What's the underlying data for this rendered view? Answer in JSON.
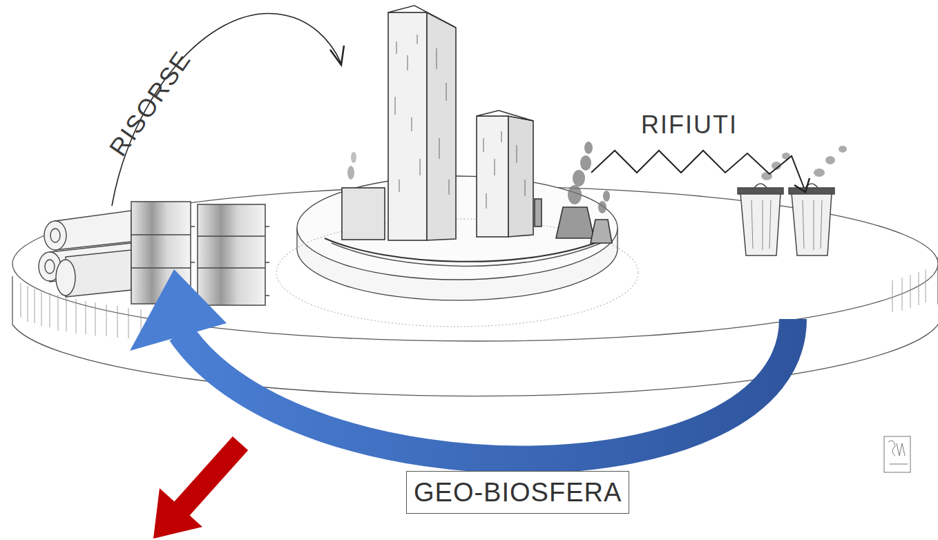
{
  "diagram": {
    "nodes": [
      {
        "text": [
          "GEO-BIOSFERA"
        ]
      }
    ],
    "labels": [
      "RISORSE",
      "RIFIUTI"
    ]
  }
}
